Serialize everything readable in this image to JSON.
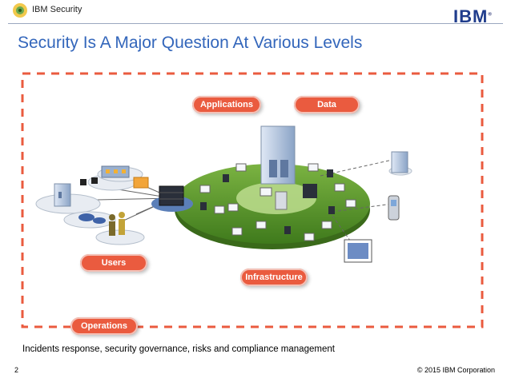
{
  "header": {
    "brand_name": "IBM Security",
    "logo_text": "IBM",
    "logo_mark": "®"
  },
  "slide": {
    "title": "Security Is A Major Question At Various Levels",
    "labels": {
      "applications": "Applications",
      "data": "Data",
      "users": "Users",
      "infrastructure": "Infrastructure",
      "operations": "Operations"
    },
    "note": "Incidents response, security governance, risks and compliance management"
  },
  "footer": {
    "page_number": "2",
    "copyright": "© 2015 IBM Corporation"
  },
  "colors": {
    "accent_red": "#ea5b3f",
    "title_blue": "#3366bb",
    "network_green": "#5a9a2a",
    "ibm_blue": "#1f3c8c"
  },
  "icons": [
    "security-bee-logo",
    "server-icon",
    "building-icon",
    "monitor-icon",
    "mobile-phone-icon",
    "user-figures-icon",
    "factory-icon",
    "folder-icon"
  ]
}
